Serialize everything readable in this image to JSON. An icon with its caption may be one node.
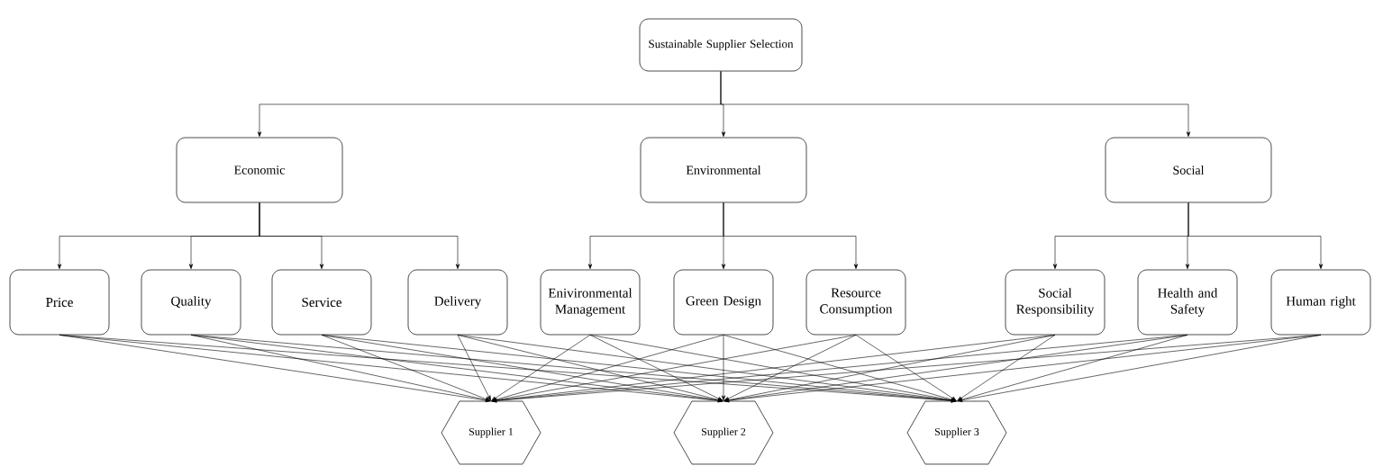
{
  "diagram": {
    "nodes": [
      {
        "text": [
          "Sustainable Supplier Selection"
        ]
      },
      {
        "text": [
          "Economic"
        ]
      },
      {
        "text": [
          "Environmental"
        ]
      },
      {
        "text": [
          "Social"
        ]
      },
      {
        "text": [
          "Price"
        ]
      },
      {
        "text": [
          "Quality"
        ]
      },
      {
        "text": [
          "Service"
        ]
      },
      {
        "text": [
          "Delivery"
        ]
      },
      {
        "text": [
          "Enivironmental Management"
        ]
      },
      {
        "text": [
          "Green Design"
        ]
      },
      {
        "text": [
          "Resource Consumption"
        ]
      },
      {
        "text": [
          "Social Responsibility"
        ]
      },
      {
        "text": [
          "Health and Safety"
        ]
      },
      {
        "text": [
          "Human right"
        ]
      },
      {
        "text": [
          "Supplier 1"
        ]
      },
      {
        "text": [
          "Supplier 2"
        ]
      },
      {
        "text": [
          "Supplier 3"
        ]
      }
    ],
    "edges": [
      {
        "from": 0,
        "to": 1,
        "arrow": "to"
      },
      {
        "from": 0,
        "to": 2,
        "arrow": "to"
      },
      {
        "from": 0,
        "to": 3,
        "arrow": "to"
      },
      {
        "from": 1,
        "to": 4,
        "arrow": "to"
      },
      {
        "from": 1,
        "to": 5,
        "arrow": "to"
      },
      {
        "from": 1,
        "to": 6,
        "arrow": "to"
      },
      {
        "from": 1,
        "to": 7,
        "arrow": "to"
      },
      {
        "from": 2,
        "to": 8,
        "arrow": "to"
      },
      {
        "from": 2,
        "to": 9,
        "arrow": "to"
      },
      {
        "from": 2,
        "to": 10,
        "arrow": "to"
      },
      {
        "from": 3,
        "to": 11,
        "arrow": "to"
      },
      {
        "from": 3,
        "to": 12,
        "arrow": "to"
      },
      {
        "from": 3,
        "to": 13,
        "arrow": "to"
      },
      {
        "from": 4,
        "to": 14,
        "arrow": "to"
      },
      {
        "from": 4,
        "to": 15,
        "arrow": "to"
      },
      {
        "from": 4,
        "to": 16,
        "arrow": "to"
      },
      {
        "from": 5,
        "to": 14,
        "arrow": "to"
      },
      {
        "from": 5,
        "to": 15,
        "arrow": "to"
      },
      {
        "from": 5,
        "to": 16,
        "arrow": "to"
      },
      {
        "from": 6,
        "to": 14,
        "arrow": "to"
      },
      {
        "from": 6,
        "to": 15,
        "arrow": "to"
      },
      {
        "from": 6,
        "to": 16,
        "arrow": "to"
      },
      {
        "from": 7,
        "to": 14,
        "arrow": "to"
      },
      {
        "from": 7,
        "to": 15,
        "arrow": "to"
      },
      {
        "from": 7,
        "to": 16,
        "arrow": "to"
      },
      {
        "from": 8,
        "to": 14,
        "arrow": "to"
      },
      {
        "from": 8,
        "to": 15,
        "arrow": "to"
      },
      {
        "from": 8,
        "to": 16,
        "arrow": "to"
      },
      {
        "from": 9,
        "to": 14,
        "arrow": "to"
      },
      {
        "from": 9,
        "to": 15,
        "arrow": "to"
      },
      {
        "from": 9,
        "to": 16,
        "arrow": "to"
      },
      {
        "from": 10,
        "to": 14,
        "arrow": "to"
      },
      {
        "from": 10,
        "to": 15,
        "arrow": "to"
      },
      {
        "from": 10,
        "to": 16,
        "arrow": "to"
      },
      {
        "from": 11,
        "to": 14,
        "arrow": "to"
      },
      {
        "from": 11,
        "to": 15,
        "arrow": "to"
      },
      {
        "from": 11,
        "to": 16,
        "arrow": "to"
      },
      {
        "from": 12,
        "to": 14,
        "arrow": "to"
      },
      {
        "from": 12,
        "to": 15,
        "arrow": "to"
      },
      {
        "from": 12,
        "to": 16,
        "arrow": "to"
      },
      {
        "from": 13,
        "to": 14,
        "arrow": "to"
      },
      {
        "from": 13,
        "to": 15,
        "arrow": "to"
      },
      {
        "from": 13,
        "to": 16,
        "arrow": "to"
      }
    ]
  }
}
